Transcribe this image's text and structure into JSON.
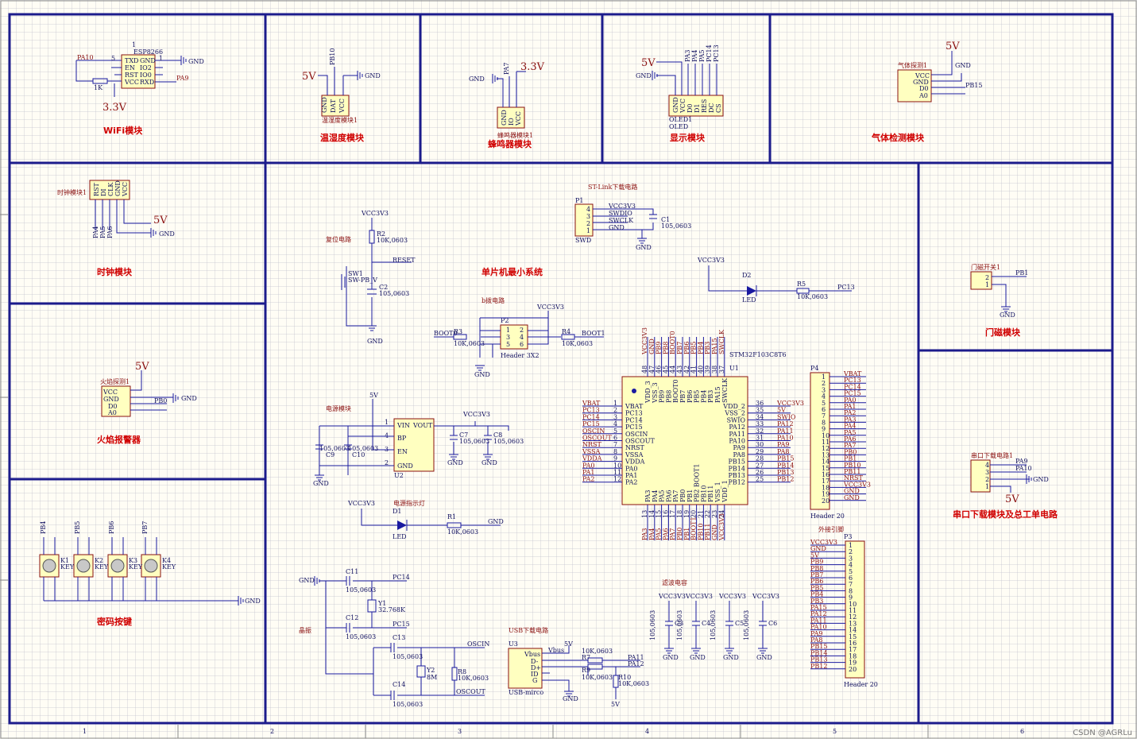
{
  "modules": {
    "wifi": "WiFi模块",
    "temp_hum": "温湿度模块",
    "buzzer": "蜂鸣器模块",
    "display": "显示模块",
    "gas": "气体检测模块",
    "clock": "时钟模块",
    "mcu": "单片机最小系统",
    "door": "门磁模块",
    "flame": "火焰报警器",
    "password_keys": "密码按键",
    "uart_download": "串口下载模块及总工单电路"
  },
  "sub_labels": {
    "stlink": "ST-Link下载电路",
    "reset": "复位电路",
    "boot": "b拨电路",
    "power": "电源模块",
    "power_led": "电源指示灯",
    "crystal": "晶振",
    "usb": "USB下载电路",
    "filter_caps": "滤波电容",
    "ext_pins": "外接引脚",
    "door_switch": "门磁开关1",
    "uart_circuit": "串口下载电路1",
    "temp_module": "温湿度模块1",
    "buzzer_module": "蜂鸣器模块1",
    "clock_module": "时钟模块1",
    "gas_sensor": "气体探测1",
    "flame_sensor": "火焰探测1"
  },
  "mcu": {
    "designator": "U1",
    "part": "STM32F103C8T6",
    "left_pins": [
      "VBAT",
      "PC13",
      "PC14",
      "PC15",
      "OSCIN",
      "OSCOUT",
      "NRST",
      "VSSA",
      "VDDA",
      "PA0",
      "PA1",
      "PA2"
    ],
    "right_pins": [
      "VDD_2",
      "VSS_2",
      "SWIO",
      "PA12",
      "PA11",
      "PA10",
      "PA9",
      "PA8",
      "PB15",
      "PB14",
      "PB13",
      "PB12"
    ],
    "left_nets": [
      "VBAT",
      "PC13",
      "PC14",
      "PC15",
      "OSCIN",
      "OSCOUT",
      "NRST",
      "VSSA",
      "VDDA",
      "PA0",
      "PA1",
      "PA2"
    ],
    "right_nets": [
      "VCC3V3",
      "5V",
      "SWIO",
      "PA12",
      "PA11",
      "PA10",
      "PA9",
      "PA8",
      "PB15",
      "PB14",
      "PB13",
      "PB12"
    ],
    "right_numbers": [
      "36",
      "35",
      "34",
      "33",
      "32",
      "31",
      "30",
      "29",
      "28",
      "27",
      "26",
      "25"
    ],
    "top_pins": [
      "VDD_3",
      "VSS_3",
      "PB9",
      "PB8",
      "BOOT0",
      "PB7",
      "PB6",
      "PB5",
      "PB4",
      "PB3",
      "PA15",
      "SWCLK"
    ],
    "top_nets": [
      "VCC3V3",
      "GND",
      "PB9",
      "PB8",
      "BOOT0",
      "PB7",
      "PB6",
      "PB5",
      "PB4",
      "PB3",
      "PA15",
      "SWCLK"
    ],
    "top_numbers": [
      "48",
      "47",
      "46",
      "45",
      "44",
      "43",
      "42",
      "41",
      "40",
      "39",
      "38",
      "37"
    ],
    "bottom_pins": [
      "PA3",
      "PA4",
      "PA5",
      "PA6",
      "PA7",
      "PB0",
      "PB1",
      "PB2 BOOT1",
      "PB10",
      "PB11",
      "VSS_1",
      "VDD_1"
    ],
    "bottom_nets": [
      "PA3",
      "PA4",
      "PA5",
      "PA6",
      "PA7",
      "PB0",
      "PB1",
      "BOOT1",
      "PB10",
      "PB11",
      "GND",
      "VCC3V3"
    ],
    "bottom_numbers": [
      "13",
      "14",
      "15",
      "16",
      "17",
      "18",
      "19",
      "20",
      "21",
      "22",
      "23",
      "24"
    ]
  },
  "header_p4": {
    "designator": "P4",
    "footer": "Header 20",
    "nets": [
      "VBAT",
      "PC13",
      "PC14",
      "PC15",
      "PA0",
      "PA1",
      "PA2",
      "PA3",
      "PA4",
      "PA5",
      "PA6",
      "PA7",
      "PB0",
      "PB1",
      "PB10",
      "PB11",
      "NRST",
      "VCC3V3",
      "GND",
      "GND"
    ]
  },
  "header_p3": {
    "designator": "P3",
    "footer": "Header 20",
    "nets": [
      "VCC3V3",
      "GND",
      "5V",
      "PB9",
      "PB8",
      "PB7",
      "PB6",
      "PB5",
      "PB4",
      "PB3",
      "PA15",
      "PA12",
      "PA11",
      "PA10",
      "PA9",
      "PA8",
      "PB15",
      "PB14",
      "PB13",
      "PB12"
    ]
  },
  "wifi": {
    "part": "ESP8266",
    "pins_l": [
      "TXD",
      "EN",
      "RST",
      "VCC"
    ],
    "pins_r": [
      "GND",
      "IO2",
      "IO0",
      "RXD"
    ],
    "resistor": "1K",
    "net_tx": "PA10",
    "net_rx": "PA9",
    "supply": "3.3V"
  },
  "temp": {
    "pins": [
      "GND",
      "DAT",
      "VCC"
    ],
    "net": "PB10",
    "supply": "5V"
  },
  "buzzer": {
    "pins": [
      "GND",
      "IO",
      "VCC"
    ],
    "net": "PA7",
    "supply": "3.3V"
  },
  "oled": {
    "designator": "OLED1",
    "name": "OLED",
    "pins": [
      "GND",
      "VCC",
      "D0",
      "D1",
      "RES",
      "DC",
      "CS"
    ],
    "nets": [
      "PA3",
      "PA4",
      "PA5",
      "PC14",
      "PC13"
    ],
    "supply": "5V"
  },
  "gas": {
    "pins": [
      "VCC",
      "GND",
      "D0",
      "A0"
    ],
    "net": "PB15",
    "supply": "5V"
  },
  "clock": {
    "pins": [
      "RST",
      "DI",
      "CLK",
      "GND",
      "VCC"
    ],
    "nets": [
      "PA4",
      "PA5",
      "PA6"
    ],
    "supply": "5V"
  },
  "flame": {
    "pins": [
      "VCC",
      "GND",
      "D0",
      "A0"
    ],
    "net": "PB0",
    "supply": "5V"
  },
  "keys": {
    "designators": [
      "K1",
      "K2",
      "K3",
      "K4"
    ],
    "part": "KEY",
    "nets": [
      "PB4",
      "PB5",
      "PB6",
      "PB7"
    ]
  },
  "door": {
    "net": "PB1"
  },
  "uart": {
    "nets": [
      "PA9",
      "PA10"
    ],
    "supply": "5V"
  },
  "stlink": {
    "designator": "P1",
    "part": "SWD",
    "nets": [
      "VCC3V3",
      "SWDIO",
      "SWCLK",
      "GND"
    ],
    "cap": "C1",
    "cap_val": "105,0603"
  },
  "reset": {
    "r": "R2",
    "r_val": "10K,0603",
    "sw": "SW1",
    "sw_part": "SW-PB_V",
    "c": "C2",
    "c_val": "105,0603",
    "net": "RESET",
    "supply": "VCC3V3"
  },
  "boot": {
    "designator": "P2",
    "part": "Header 3X2",
    "r_left": "R3",
    "r_right": "R4",
    "r_val": "10K,0603",
    "net_l": "BOOT0",
    "net_r": "BOOT1",
    "supply": "VCC3V3"
  },
  "led2": {
    "d": "D2",
    "part": "LED",
    "r": "R5",
    "r_val": "10K,0603",
    "net": "PC13",
    "supply": "VCC3V3"
  },
  "power": {
    "pins": [
      "VIN",
      "BP",
      "EN",
      "GND"
    ],
    "out": "VOUT",
    "caps": [
      "C9",
      "C10",
      "C7",
      "C8"
    ],
    "cap_val": "105,0603",
    "u": "U2",
    "supply_in": "5V",
    "supply_out": "VCC3V3"
  },
  "led1": {
    "d": "D1",
    "part": "LED",
    "r": "R1",
    "r_val": "10K,0603",
    "supply": "VCC3V3"
  },
  "crystal": {
    "c11": "C11",
    "c12": "C12",
    "c13": "C13",
    "c14": "C14",
    "cap_val": "105,0603",
    "y1": "Y1",
    "y1_val": "32.768K",
    "y2": "Y2",
    "y2_val": "8M",
    "r8": "R8",
    "r8_val": "10K,0603",
    "n1": "PC14",
    "n2": "PC15",
    "n3": "OSCIN",
    "n4": "OSCOUT"
  },
  "usb": {
    "u": "U3",
    "part": "USB-mirco",
    "pins": [
      "Vbus",
      "D-",
      "D+",
      "ID",
      "G"
    ],
    "r7": "R7",
    "r9": "R9",
    "r10": "R10",
    "r_val": "10K,0603",
    "n1": "PA11",
    "n2": "PA12",
    "supply": "5V"
  },
  "filter": {
    "caps": [
      "C3",
      "C4",
      "C5",
      "C6"
    ],
    "cap_val": "105,0603",
    "supply": "VCC3V3"
  },
  "gnd_label": "GND",
  "col_labels": [
    "1",
    "2",
    "3",
    "4",
    "5",
    "6"
  ],
  "watermark": "CSDN @AGRLu"
}
